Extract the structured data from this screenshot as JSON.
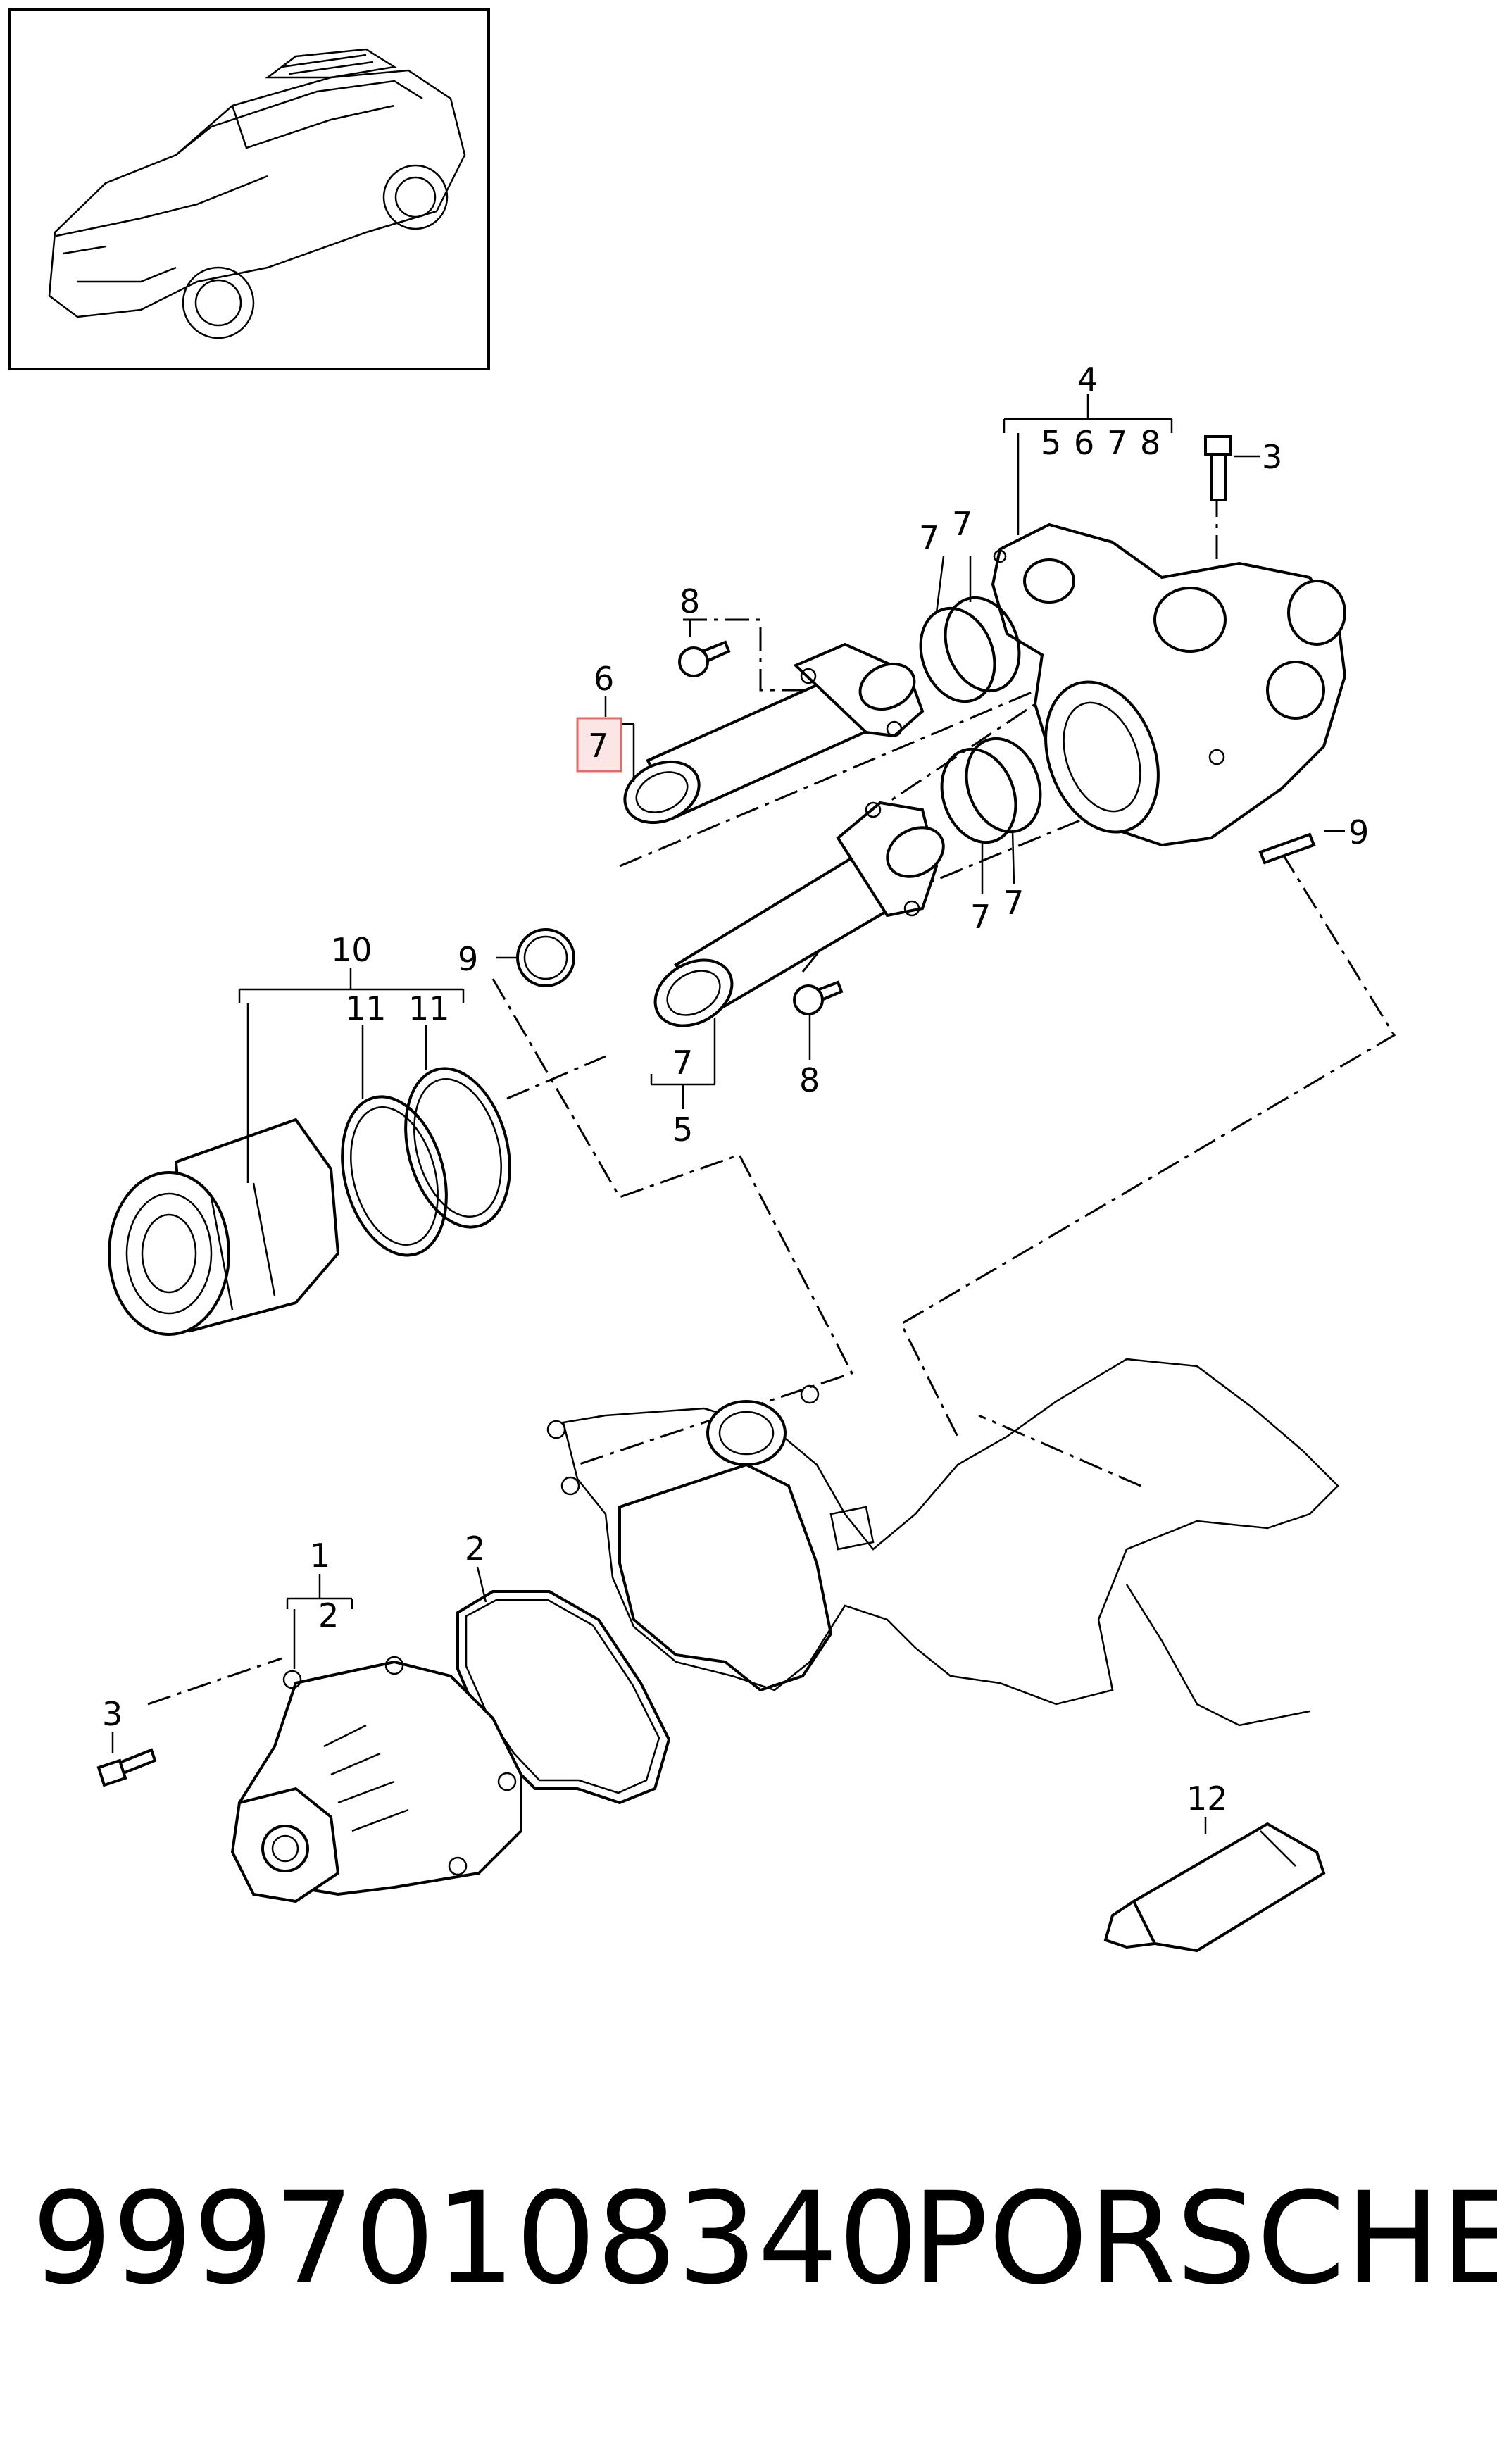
{
  "diagram": {
    "callouts": {
      "c1": "1",
      "c2a": "2",
      "c2b": "2",
      "c3a": "3",
      "c3b": "3",
      "c4": "4",
      "c4_5": "5",
      "c4_6": "6",
      "c4_7": "7",
      "c4_8": "8",
      "c5": "5",
      "c5_7": "7",
      "c6": "6",
      "c6_7": "7",
      "c7a": "7",
      "c7b": "7",
      "c7c": "7",
      "c7d": "7",
      "c8a": "8",
      "c8b": "8",
      "c9a": "9",
      "c9b": "9",
      "c10": "10",
      "c11a": "11",
      "c11b": "11",
      "c12": "12"
    }
  },
  "footer": {
    "part_number": "99970108340",
    "brand": "PORSCHE"
  },
  "colors": {
    "line": "#000000",
    "highlight": "#e46a6a"
  }
}
